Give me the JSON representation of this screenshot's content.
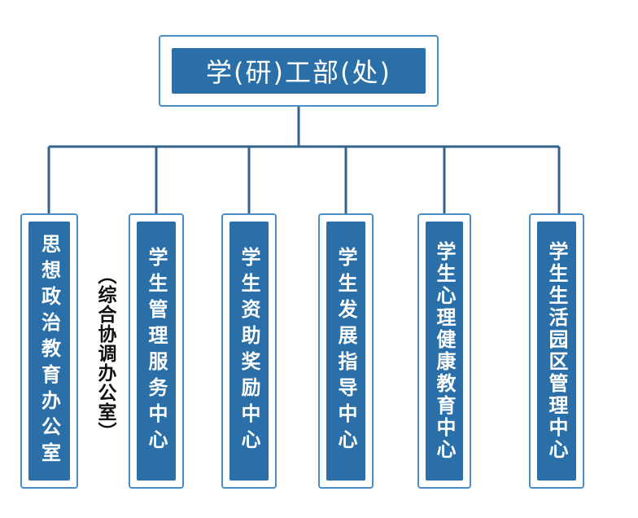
{
  "colors": {
    "box_fill": "#2a6fa8",
    "box_frame": "#4a8ec8",
    "connector": "#34628c",
    "text_on_box": "#ffffff",
    "side_note_text": "#111111"
  },
  "root": {
    "label": "学(研)工部(处)"
  },
  "departments": [
    {
      "label": "思想政治教育办公室"
    },
    {
      "label": "学生管理服务中心"
    },
    {
      "label": "学生资助奖励中心"
    },
    {
      "label": "学生发展指导中心"
    },
    {
      "label": "学生心理健康教育中心"
    },
    {
      "label": "学生生活园区管理中心"
    }
  ],
  "side_note": "（综合协调办公室）"
}
